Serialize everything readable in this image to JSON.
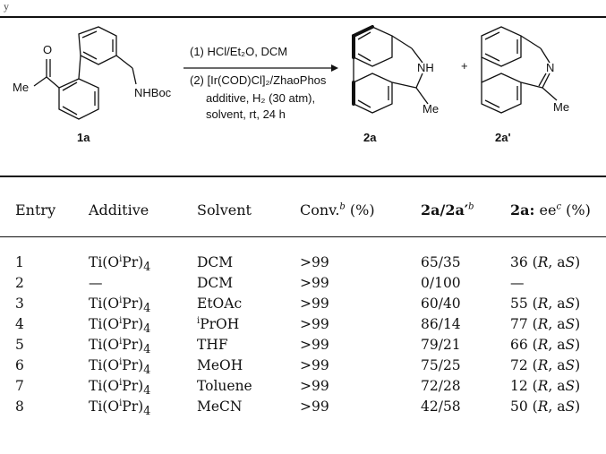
{
  "header": {
    "top_fragment": "y"
  },
  "scheme": {
    "compound_1a": "1a",
    "compound_2a": "2a",
    "compound_2a_prime": "2a'",
    "label_me_left": "Me",
    "label_o": "O",
    "label_nhboc": "NHBoc",
    "label_nh": "NH",
    "label_me_2a": "Me",
    "label_n": "N",
    "label_me_2aprime": "Me",
    "plus": "+",
    "conditions": [
      "(1) HCl/Et₂O, DCM",
      "(2) [Ir(COD)Cl]₂/ZhaoPhos",
      "additive, H₂ (30 atm),",
      "solvent, rt, 24 h"
    ]
  },
  "table": {
    "headers": {
      "entry": "Entry",
      "additive": "Additive",
      "solvent": "Solvent",
      "conv_base": "Conv.",
      "conv_sup": "b",
      "conv_unit": " (%)",
      "ratio_base": "2a/2a′",
      "ratio_sup": "b",
      "ee_prefix": "2a:",
      "ee_base": " ee",
      "ee_sup": "c",
      "ee_unit": " (%)"
    },
    "rows": [
      {
        "entry": "1",
        "additive_base": "Ti(O",
        "additive_sup": "i",
        "additive_tail": "Pr)",
        "additive_sub": "4",
        "solvent_sup": "",
        "solvent": "DCM",
        "conv": ">99",
        "ratio": "65/35",
        "ee_value": "36",
        "ee_config_r": "R",
        "ee_config_as": "aS"
      },
      {
        "entry": "2",
        "additive_base": "—",
        "additive_sup": "",
        "additive_tail": "",
        "additive_sub": "",
        "solvent_sup": "",
        "solvent": "DCM",
        "conv": ">99",
        "ratio": "0/100",
        "ee_value": "—",
        "ee_config_r": "",
        "ee_config_as": ""
      },
      {
        "entry": "3",
        "additive_base": "Ti(O",
        "additive_sup": "i",
        "additive_tail": "Pr)",
        "additive_sub": "4",
        "solvent_sup": "",
        "solvent": "EtOAc",
        "conv": ">99",
        "ratio": "60/40",
        "ee_value": "55",
        "ee_config_r": "R",
        "ee_config_as": "aS"
      },
      {
        "entry": "4",
        "additive_base": "Ti(O",
        "additive_sup": "i",
        "additive_tail": "Pr)",
        "additive_sub": "4",
        "solvent_sup": "i",
        "solvent": "PrOH",
        "conv": ">99",
        "ratio": "86/14",
        "ee_value": "77",
        "ee_config_r": "R",
        "ee_config_as": "aS"
      },
      {
        "entry": "5",
        "additive_base": "Ti(O",
        "additive_sup": "i",
        "additive_tail": "Pr)",
        "additive_sub": "4",
        "solvent_sup": "",
        "solvent": "THF",
        "conv": ">99",
        "ratio": "79/21",
        "ee_value": "66",
        "ee_config_r": "R",
        "ee_config_as": "aS"
      },
      {
        "entry": "6",
        "additive_base": "Ti(O",
        "additive_sup": "i",
        "additive_tail": "Pr)",
        "additive_sub": "4",
        "solvent_sup": "",
        "solvent": "MeOH",
        "conv": ">99",
        "ratio": "75/25",
        "ee_value": "72",
        "ee_config_r": "R",
        "ee_config_as": "aS"
      },
      {
        "entry": "7",
        "additive_base": "Ti(O",
        "additive_sup": "i",
        "additive_tail": "Pr)",
        "additive_sub": "4",
        "solvent_sup": "",
        "solvent": "Toluene",
        "conv": ">99",
        "ratio": "72/28",
        "ee_value": "12",
        "ee_config_r": "R",
        "ee_config_as": "aS"
      },
      {
        "entry": "8",
        "additive_base": "Ti(O",
        "additive_sup": "i",
        "additive_tail": "Pr)",
        "additive_sub": "4",
        "solvent_sup": "",
        "solvent": "MeCN",
        "conv": ">99",
        "ratio": "42/58",
        "ee_value": "50",
        "ee_config_r": "R",
        "ee_config_as": "aS"
      }
    ]
  }
}
